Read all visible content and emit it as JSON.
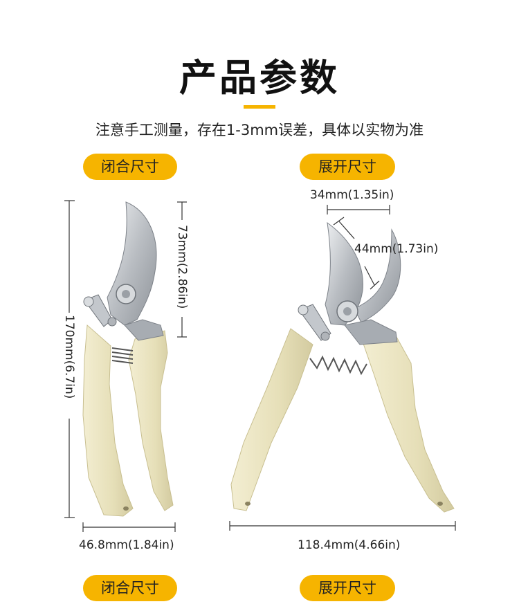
{
  "header": {
    "title": "产品参数",
    "note": "注意手工测量，存在1-3mm误差，具体以实物为准"
  },
  "labels": {
    "closed_top": "闭合尺寸",
    "open_top": "展开尺寸",
    "closed_bottom": "闭合尺寸",
    "open_bottom": "展开尺寸"
  },
  "dimensions": {
    "closed_total_height": "170mm(6.7in)",
    "closed_blade_length": "73mm(2.86in)",
    "closed_width": "46.8mm(1.84in)",
    "open_jaw_gap": "34mm(1.35in)",
    "open_blade_length": "44mm(1.73in)",
    "open_width": "118.4mm(4.66in)"
  },
  "colors": {
    "accent": "#f6b400",
    "handle": "#ece6c4",
    "blade": "#c9ccd0"
  }
}
